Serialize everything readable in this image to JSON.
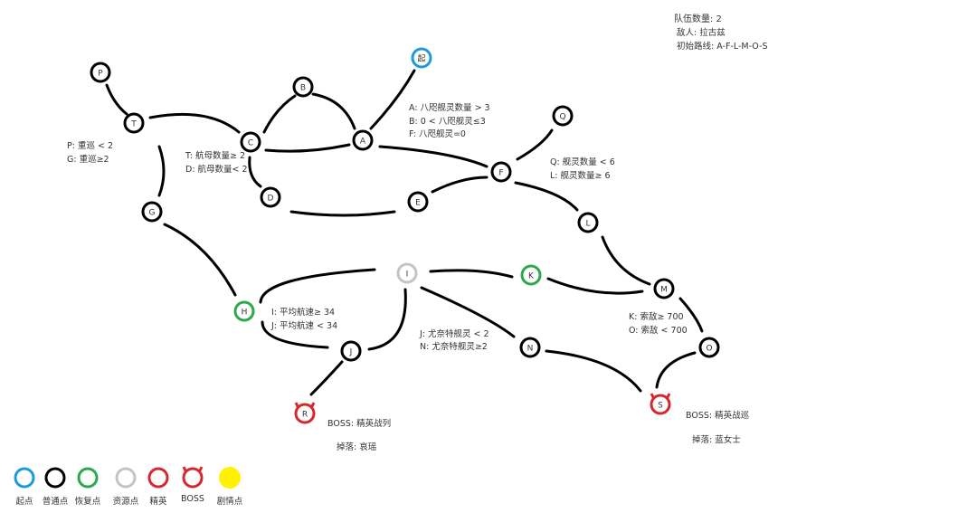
{
  "info": {
    "team_count": "队伍数量:  2",
    "enemy": "敌人:  拉古兹",
    "initial_route": "初始路线:  A-F-L-M-O-S"
  },
  "nodes": [
    {
      "id": "P",
      "type": "normal"
    },
    {
      "id": "T",
      "type": "normal"
    },
    {
      "id": "C",
      "type": "normal"
    },
    {
      "id": "B",
      "type": "normal"
    },
    {
      "id": "A",
      "type": "normal"
    },
    {
      "id": "起",
      "type": "start"
    },
    {
      "id": "Q",
      "type": "normal"
    },
    {
      "id": "F",
      "type": "normal"
    },
    {
      "id": "D",
      "type": "normal"
    },
    {
      "id": "E",
      "type": "normal"
    },
    {
      "id": "G",
      "type": "normal"
    },
    {
      "id": "L",
      "type": "normal"
    },
    {
      "id": "I",
      "type": "resource"
    },
    {
      "id": "K",
      "type": "recovery"
    },
    {
      "id": "M",
      "type": "normal"
    },
    {
      "id": "H",
      "type": "recovery"
    },
    {
      "id": "J",
      "type": "normal"
    },
    {
      "id": "N",
      "type": "normal"
    },
    {
      "id": "O",
      "type": "normal"
    },
    {
      "id": "R",
      "type": "boss"
    },
    {
      "id": "S",
      "type": "boss"
    }
  ],
  "conditions": {
    "pg": [
      "P:  重巡 < 2",
      "G:  重巡≥2"
    ],
    "td": [
      "T:  航母数量≥ 2",
      "D:  航母数量< 2"
    ],
    "abf": [
      "A:  八咫舰灵数量 > 3",
      "B:  0 < 八咫舰灵≤3",
      "F:  八咫舰灵=0"
    ],
    "ql": [
      "Q:   舰灵数量 <  6",
      "L:   舰灵数量≥  6"
    ],
    "ij": [
      "I:  平均航速≥  34",
      "J:  平均航速 < 34"
    ],
    "jn": [
      "J:  尤奈特舰灵 < 2",
      "N:  尤奈特舰灵≥2"
    ],
    "ko": [
      "K:  索敌≥ 700",
      "O:  索敌 < 700"
    ]
  },
  "boss_r": {
    "boss": "BOSS:  精英战列",
    "drop": "掉落:  哀瑶"
  },
  "boss_s": {
    "boss": "BOSS:  精英战巡",
    "drop": "掉落:  蓝女士"
  },
  "legend": [
    {
      "label": "起点",
      "type": "start"
    },
    {
      "label": "普通点",
      "type": "normal"
    },
    {
      "label": "恢复点",
      "type": "recovery"
    },
    {
      "label": "资源点",
      "type": "resource"
    },
    {
      "label": "精英",
      "type": "elite"
    },
    {
      "label": "BOSS",
      "type": "boss"
    },
    {
      "label": "剧情点",
      "type": "story"
    }
  ],
  "colors": {
    "start": "#1e9ad6",
    "normal": "#000000",
    "recovery": "#2aa84a",
    "resource": "#c4c4c4",
    "elite": "#d8262f",
    "boss": "#d8262f",
    "story": "#fff200"
  }
}
